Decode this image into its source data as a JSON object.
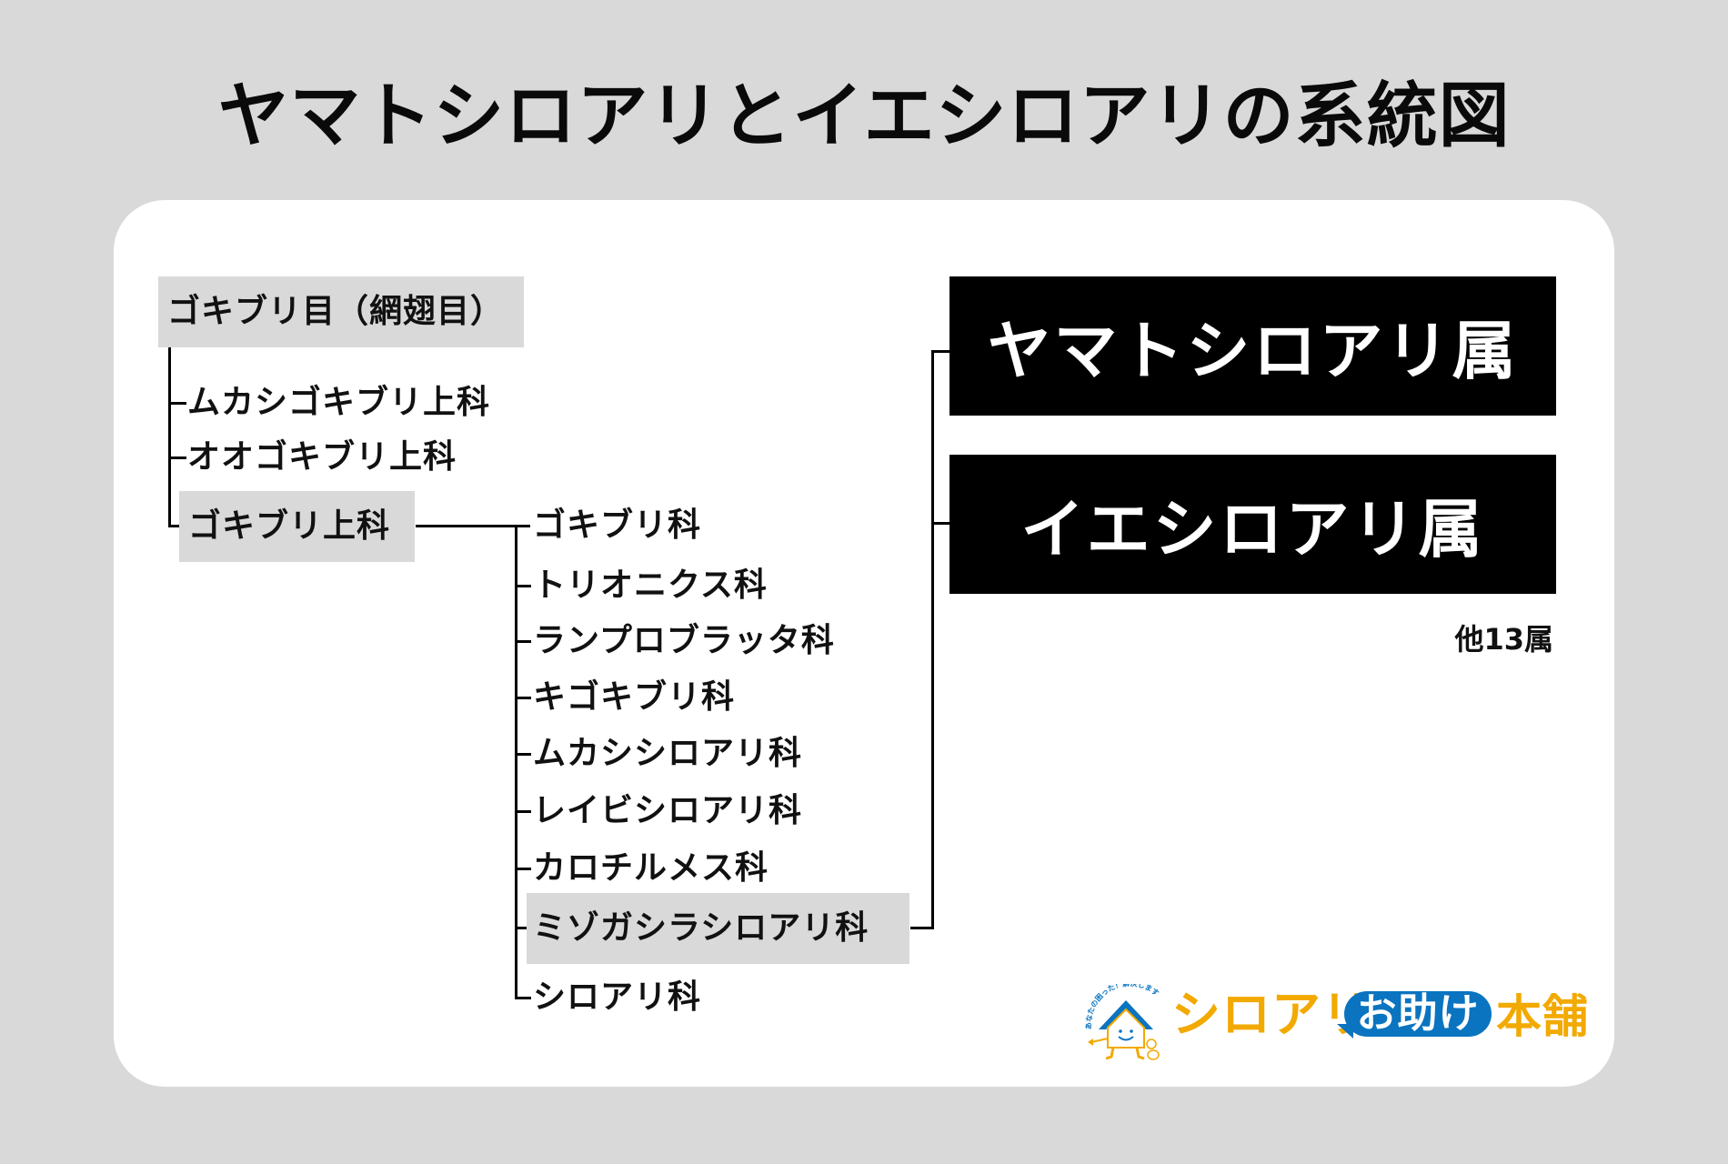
{
  "title": "ヤマトシロアリとイエシロアリの系統図",
  "tree": {
    "order": {
      "label": "ゴキブリ目（網翅目）",
      "highlighted": true
    },
    "superfamilies": [
      {
        "label": "ムカシゴキブリ上科",
        "highlighted": false
      },
      {
        "label": "オオゴキブリ上科",
        "highlighted": false
      },
      {
        "label": "ゴキブリ上科",
        "highlighted": true
      }
    ],
    "families": [
      {
        "label": "ゴキブリ科",
        "highlighted": false
      },
      {
        "label": "トリオニクス科",
        "highlighted": false
      },
      {
        "label": "ランプロブラッタ科",
        "highlighted": false
      },
      {
        "label": "キゴキブリ科",
        "highlighted": false
      },
      {
        "label": "ムカシシロアリ科",
        "highlighted": false
      },
      {
        "label": "レイビシロアリ科",
        "highlighted": false
      },
      {
        "label": "カロチルメス科",
        "highlighted": false
      },
      {
        "label": "ミゾガシラシロアリ科",
        "highlighted": true
      },
      {
        "label": "シロアリ科",
        "highlighted": false
      }
    ],
    "genera": [
      {
        "label": "ヤマトシロアリ属"
      },
      {
        "label": "イエシロアリ属"
      }
    ],
    "other_genera": "他13属"
  },
  "logo": {
    "tagline": "あなたの困った！解決します",
    "part1": "シロアリ",
    "part2": "お助け",
    "part3": "本舗",
    "colors": {
      "orange": "#f2a900",
      "blue": "#0a74c0"
    }
  },
  "colors": {
    "background": "#d9d9d9",
    "card": "#ffffff",
    "highlight": "#d9d9d9",
    "genus_box": "#000000",
    "genus_text": "#ffffff"
  }
}
